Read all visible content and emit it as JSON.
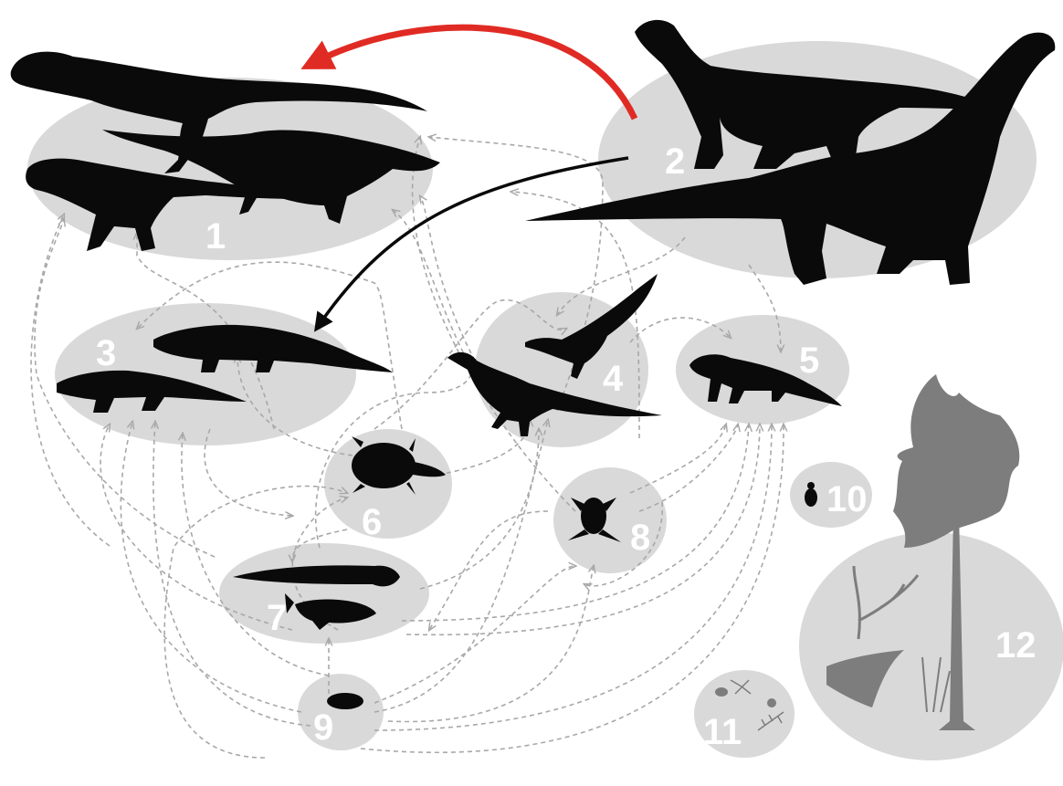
{
  "groups": [
    {
      "id": "1",
      "label": "1",
      "icon": "theropod-silhouettes"
    },
    {
      "id": "2",
      "label": "2",
      "icon": "sauropod-silhouettes"
    },
    {
      "id": "3",
      "label": "3",
      "icon": "crocodyliform-silhouettes"
    },
    {
      "id": "4",
      "label": "4",
      "icon": "small-dinosaur-silhouettes"
    },
    {
      "id": "5",
      "label": "5",
      "icon": "notosuchian-silhouette"
    },
    {
      "id": "6",
      "label": "6",
      "icon": "turtle-silhouette"
    },
    {
      "id": "7",
      "label": "7",
      "icon": "fish-silhouettes"
    },
    {
      "id": "8",
      "label": "8",
      "icon": "frog-silhouette"
    },
    {
      "id": "9",
      "label": "9",
      "icon": "egg-silhouette"
    },
    {
      "id": "10",
      "label": "10",
      "icon": "beetle-silhouette"
    },
    {
      "id": "11",
      "label": "11",
      "icon": "microorganism-silhouettes"
    },
    {
      "id": "12",
      "label": "12",
      "icon": "plant-silhouettes"
    }
  ],
  "colors": {
    "bubble": "#d9d9d9",
    "silhouette": "#0a0a0a",
    "plant": "#7d7d7d",
    "highlight_arrow": "#e02b24",
    "link_arrow": "#0a0a0a",
    "dashed_link": "#a8a8a8",
    "label": "#ffffff"
  }
}
